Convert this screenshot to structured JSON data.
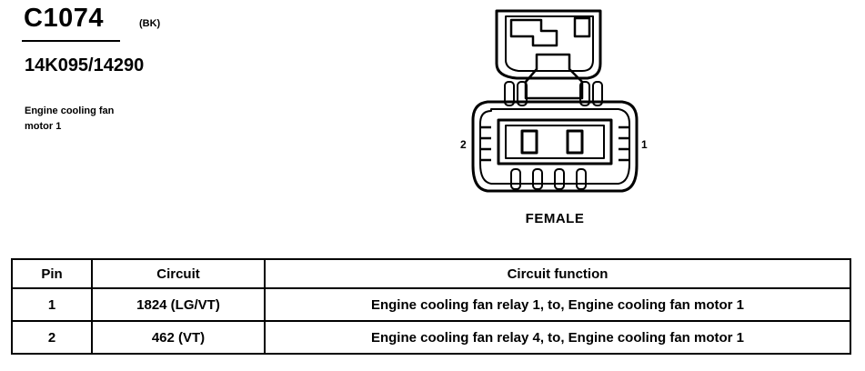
{
  "connector": {
    "id": "C1074",
    "color_code": "(BK)",
    "part_number": "14K095/14290",
    "description_line1": "Engine cooling fan",
    "description_line2": "motor 1",
    "gender": "FEMALE",
    "pin_label_left": "2",
    "pin_label_right": "1"
  },
  "table": {
    "headers": [
      "Pin",
      "Circuit",
      "Circuit function"
    ],
    "rows": [
      [
        "1",
        "1824 (LG/VT)",
        "Engine cooling fan relay 1, to, Engine cooling fan motor 1"
      ],
      [
        "2",
        "462 (VT)",
        "Engine cooling fan relay 4, to, Engine cooling fan motor 1"
      ]
    ]
  }
}
